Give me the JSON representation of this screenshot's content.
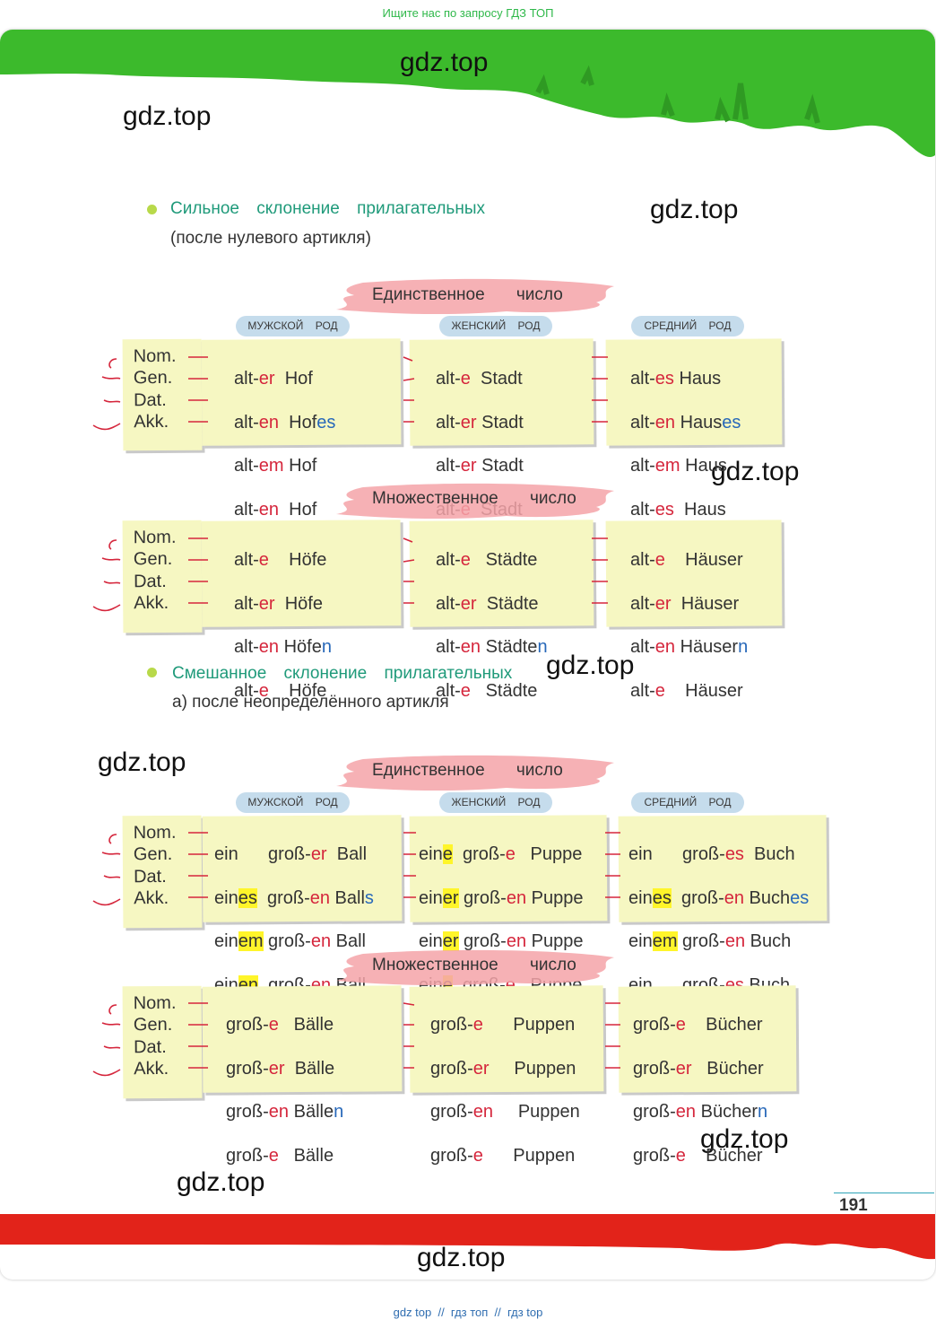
{
  "top_note": "Ищите нас по запросу ГДЗ ТОП",
  "bottom_note": "gdz top  //  гдз топ  //  гдз top",
  "watermark": "gdz.top",
  "page_number": "191",
  "section1": {
    "title": "Сильное склонение прилагательных",
    "subtitle": "(после нулевого артикля)"
  },
  "section2": {
    "title": "Смешанное склонение прилагательных",
    "subtitle": "а) после неопределённого артикля"
  },
  "banners": {
    "singular": "Единственное число",
    "plural": "Множественное число"
  },
  "genders": {
    "masc": "МУЖСКОЙ РОД",
    "fem": "ЖЕНСКИЙ РОД",
    "neut": "СРЕДНИЙ РОД"
  },
  "cases": [
    "Nom.",
    "Gen.",
    "Dat.",
    "Akk."
  ],
  "colors": {
    "green_band": "#3cba2c",
    "red_band": "#e2231a",
    "ending_red": "#d5263c",
    "ending_blue": "#2768b9",
    "highlight": "#fff52a",
    "box": "#f6f7c2"
  },
  "tables": {
    "strong_singular": {
      "masc": [
        "alt-er  Hof",
        "alt-en  Hofes",
        "alt-em Hof",
        "alt-en  Hof"
      ],
      "fem": [
        "alt-e  Stadt",
        "alt-er Stadt",
        "alt-er Stadt",
        "alt-e  Stadt"
      ],
      "neut": [
        "alt-es Haus",
        "alt-en Hauses",
        "alt-em Haus",
        "alt-es  Haus"
      ]
    },
    "strong_plural": {
      "masc": [
        "alt-e    Höfe",
        "alt-er  Höfe",
        "alt-en Höfen",
        "alt-e    Höfe"
      ],
      "fem": [
        "alt-e   Städte",
        "alt-er  Städte",
        "alt-en Städten",
        "alt-e   Städte"
      ],
      "neut": [
        "alt-e    Häuser",
        "alt-er  Häuser",
        "alt-en Häusern",
        "alt-e    Häuser"
      ]
    },
    "mixed_singular": {
      "masc": [
        "ein      groß-er  Ball",
        "eines  groß-en Balls",
        "einem groß-en Ball",
        "einen  groß-en Ball"
      ],
      "fem": [
        "eine  groß-e   Puppe",
        "einer groß-en Puppe",
        "einer groß-en Puppe",
        "eine  groß-e   Puppe"
      ],
      "neut": [
        "ein      groß-es  Buch",
        "eines  groß-en Buches",
        "einem groß-en Buch",
        "ein      groß-es Buch"
      ]
    },
    "mixed_plural": {
      "masc": [
        "groß-e   Bälle",
        "groß-er  Bälle",
        "groß-en Bällen",
        "groß-e   Bälle"
      ],
      "fem": [
        "groß-e      Puppen",
        "groß-er     Puppen",
        "groß-en     Puppen",
        "groß-e      Puppen"
      ],
      "neut": [
        "groß-e    Bücher",
        "groß-er   Bücher",
        "groß-en Büchern",
        "groß-e    Bücher"
      ]
    }
  }
}
